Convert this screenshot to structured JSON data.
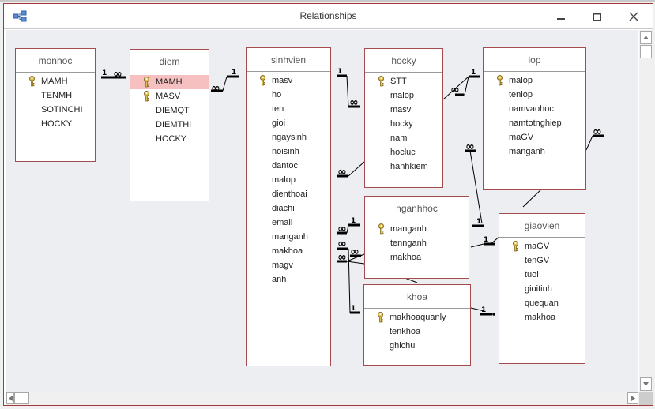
{
  "window": {
    "title": "Relationships",
    "icon": "relationships-icon",
    "controls": [
      "minimize-icon",
      "maximize-icon",
      "close-icon"
    ]
  },
  "colors": {
    "table_border": "#a44b4e",
    "selected_field": "#f6c0c0",
    "canvas_bg": "#eceef1"
  },
  "tables": {
    "monhoc": {
      "name": "monhoc",
      "fields": [
        {
          "label": "MAMH",
          "key": true
        },
        {
          "label": "TENMH"
        },
        {
          "label": "SOTINCHI"
        },
        {
          "label": "HOCKY"
        }
      ]
    },
    "diem": {
      "name": "diem",
      "fields": [
        {
          "label": "MAMH",
          "key": true,
          "selected": true
        },
        {
          "label": "MASV",
          "key": true
        },
        {
          "label": "DIEMQT"
        },
        {
          "label": "DIEMTHI"
        },
        {
          "label": "HOCKY"
        }
      ]
    },
    "sinhvien": {
      "name": "sinhvien",
      "fields": [
        {
          "label": "masv",
          "key": true
        },
        {
          "label": "ho"
        },
        {
          "label": "ten"
        },
        {
          "label": "gioi"
        },
        {
          "label": "ngaysinh"
        },
        {
          "label": "noisinh"
        },
        {
          "label": "dantoc"
        },
        {
          "label": "malop"
        },
        {
          "label": "dienthoai"
        },
        {
          "label": "diachi"
        },
        {
          "label": "email"
        },
        {
          "label": "manganh"
        },
        {
          "label": "makhoa"
        },
        {
          "label": "magv"
        },
        {
          "label": "anh"
        }
      ]
    },
    "hocky": {
      "name": "hocky",
      "fields": [
        {
          "label": "STT",
          "key": true
        },
        {
          "label": "malop"
        },
        {
          "label": "masv"
        },
        {
          "label": "hocky"
        },
        {
          "label": "nam"
        },
        {
          "label": "hocluc"
        },
        {
          "label": "hanhkiem"
        }
      ]
    },
    "lop": {
      "name": "lop",
      "fields": [
        {
          "label": "malop",
          "key": true
        },
        {
          "label": "tenlop"
        },
        {
          "label": "namvaohoc"
        },
        {
          "label": "namtotnghiep"
        },
        {
          "label": "maGV"
        },
        {
          "label": "manganh"
        }
      ]
    },
    "nganhhoc": {
      "name": "nganhhoc",
      "fields": [
        {
          "label": "manganh",
          "key": true
        },
        {
          "label": "tennganh"
        },
        {
          "label": "makhoa"
        }
      ]
    },
    "khoa": {
      "name": "khoa",
      "fields": [
        {
          "label": "makhoaquanly",
          "key": true
        },
        {
          "label": "tenkhoa"
        },
        {
          "label": "ghichu"
        }
      ]
    },
    "giaovien": {
      "name": "giaovien",
      "fields": [
        {
          "label": "maGV",
          "key": true
        },
        {
          "label": "tenGV"
        },
        {
          "label": "tuoi"
        },
        {
          "label": "gioitinh"
        },
        {
          "label": "quequan"
        },
        {
          "label": "makhoa"
        }
      ]
    }
  },
  "relationship_labels": {
    "one": "1",
    "many": "∞"
  },
  "scrollbars": {
    "up": "scroll-up-icon",
    "down": "scroll-down-icon",
    "left": "scroll-left-icon",
    "right": "scroll-right-icon"
  }
}
